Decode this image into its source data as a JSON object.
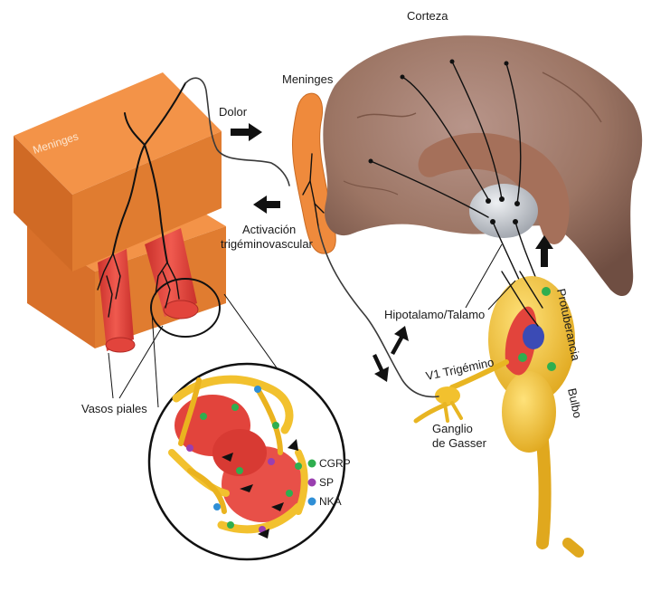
{
  "labels": {
    "corteza": "Corteza",
    "meninges_left": "Meninges",
    "meninges_top": "Meninges",
    "dolor": "Dolor",
    "activacion_line1": "Activación",
    "activacion_line2": "trigéminovascular",
    "hipotalamo": "Hipotalamo/Talamo",
    "protuberancia": "Protuberancia",
    "bulbo": "Bulbo",
    "v1_trigemino": "V1 Trigémino",
    "ganglio_line1": "Ganglio",
    "ganglio_line2": "de Gasser",
    "vasos_piales": "Vasos piales"
  },
  "legend": [
    {
      "label": "CGRP",
      "color": "#2fae4f"
    },
    {
      "label": "SP",
      "color": "#9a3fb0"
    },
    {
      "label": "NKA",
      "color": "#2f8fd6"
    }
  ],
  "colors": {
    "meninges": "#ef8a3c",
    "meninges_dark": "#c96a22",
    "cortex": "#9c7564",
    "cortex_dark": "#7b5647",
    "vessel": "#e8413a",
    "brainstem": "#f2c12e",
    "thalamus": "#c9ccd2"
  }
}
